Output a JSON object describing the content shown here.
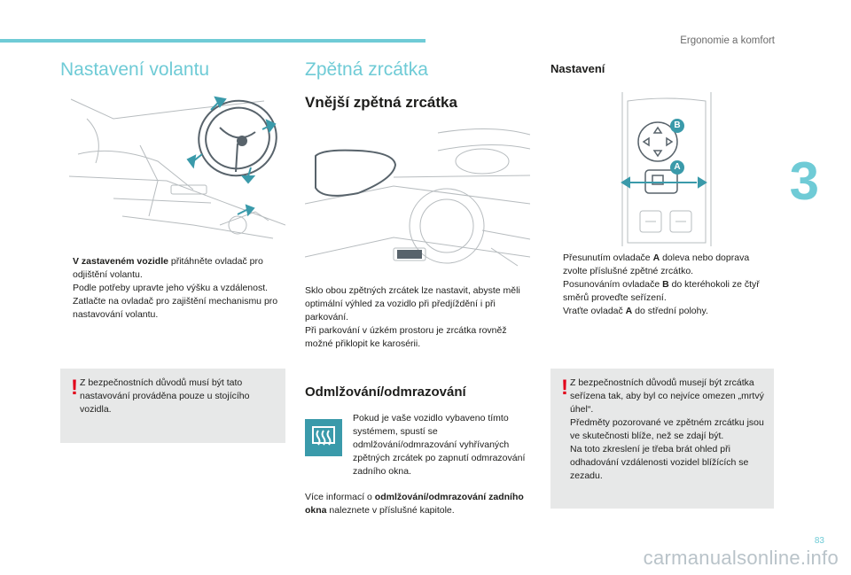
{
  "header": {
    "section": "Ergonomie a komfort",
    "chapter": "3",
    "page": "83"
  },
  "watermark": "carmanualsonline.info",
  "colors": {
    "accent": "#6fcbd6",
    "warning": "#e2001a",
    "panel": "#e7e8e8",
    "icon_bg": "#3a9aaa"
  },
  "col1": {
    "title": "Nastavení volantu",
    "bullets": [
      {
        "bold": "V zastaveném vozidle",
        "text": " přitáhněte ovladač pro odjištění volantu."
      },
      {
        "bold": "",
        "text": "Podle potřeby upravte jeho výšku a vzdálenost."
      },
      {
        "bold": "",
        "text": "Zatlačte na ovladač pro zajištění mechanismu pro nastavování volantu."
      }
    ],
    "warning": "Z bezpečnostních důvodů musí být tato nastavování prováděna pouze u stojícího vozidla."
  },
  "col2": {
    "title": "Zpětná zrcátka",
    "subtitle": "Vnější zpětná zrcátka",
    "para1": "Sklo obou zpětných zrcátek lze nastavit, abyste měli optimální výhled za vozidlo při předjíždění i při parkování.",
    "para2": "Při parkování v úzkém prostoru je zrcátka rovněž možné přiklopit ke karosérii.",
    "defrost_title": "Odmlžování/odmrazování",
    "defrost_text": "Pokud je vaše vozidlo vybaveno tímto systémem, spustí se odmlžování/odmrazování vyhřívaných zpětných zrcátek po zapnutí odmrazování zadního okna.",
    "more_pre": "Více informací o ",
    "more_bold": "odmlžování/odmrazování zadního okna",
    "more_post": " naleznete v příslušné kapitole.",
    "icon": "defrost-icon"
  },
  "col3": {
    "title": "Nastavení",
    "bullets": [
      {
        "pre": "Přesunutím ovladače ",
        "bold": "A",
        "post": " doleva nebo doprava zvolte příslušné zpětné zrcátko."
      },
      {
        "pre": "Posunováním ovladače ",
        "bold": "B",
        "post": " do kteréhokoli ze čtyř směrů proveďte seřízení."
      },
      {
        "pre": "Vraťte ovladač ",
        "bold": "A",
        "post": " do střední polohy."
      }
    ],
    "warning": "Z bezpečnostních důvodů musejí být zrcátka seřízena tak, aby byl co nejvíce omezen „mrtvý úhel“.\nPředměty pozorované ve zpětném zrcátku jsou ve skutečnosti blíže, než se zdají být.\nNa toto zkreslení je třeba brát ohled při odhadování vzdálenosti vozidel blížících se zezadu.",
    "label_a": "A",
    "label_b": "B"
  },
  "bullet_marker": "",
  "warning_marker": "!"
}
